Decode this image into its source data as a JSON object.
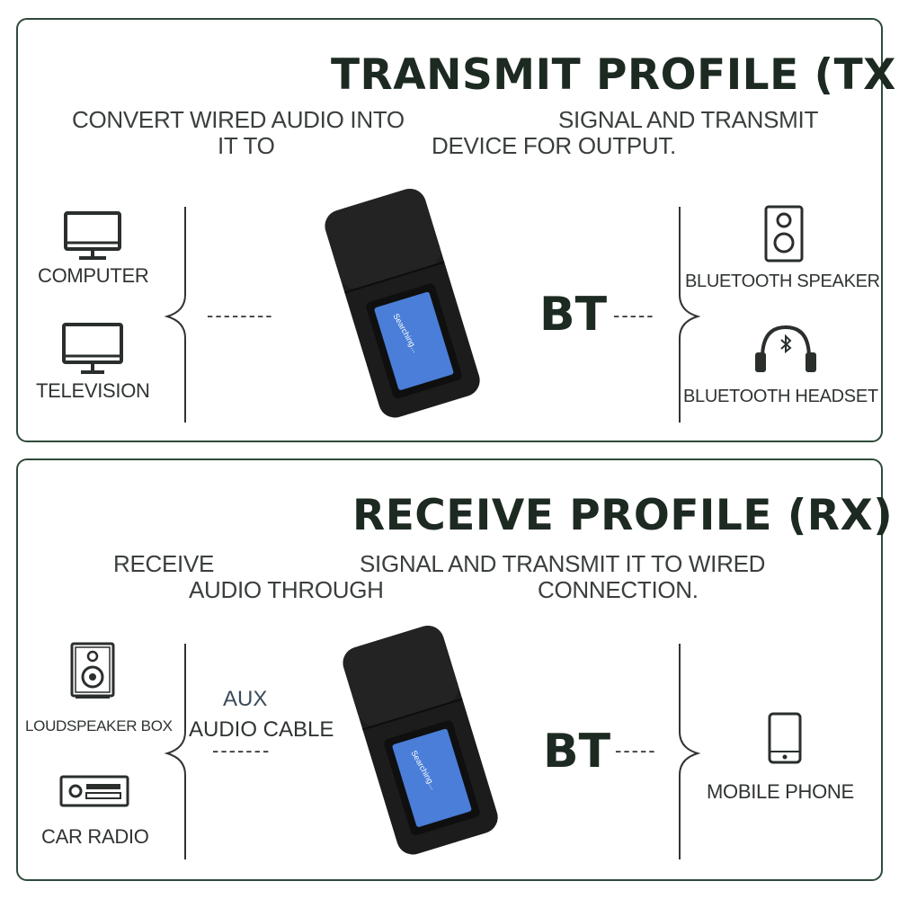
{
  "tx": {
    "title": "TRANSMIT PROFILE (TX)",
    "desc_line1_a": "CONVERT WIRED AUDIO INTO",
    "desc_line1_b": "SIGNAL AND TRANSMIT",
    "desc_line2_a": "IT TO",
    "desc_line2_b": "DEVICE FOR OUTPUT.",
    "sources": [
      {
        "label": "COMPUTER",
        "icon": "monitor-icon"
      },
      {
        "label": "TELEVISION",
        "icon": "tv-icon"
      }
    ],
    "dash_left": "--------",
    "bt": "BT",
    "dash_right": "-----",
    "targets": [
      {
        "label": "BLUETOOTH SPEAKER",
        "icon": "speaker-icon"
      },
      {
        "label": "BLUETOOTH HEADSET",
        "icon": "headset-icon"
      }
    ],
    "screen_text": "Searching..."
  },
  "rx": {
    "title": "RECEIVE PROFILE (RX)",
    "desc_line1_a": "RECEIVE",
    "desc_line1_b": "SIGNAL AND TRANSMIT IT TO WIRED",
    "desc_line2_a": "AUDIO THROUGH",
    "desc_line2_b": "CONNECTION.",
    "sources": [
      {
        "label": "LOUDSPEAKER BOX",
        "icon": "loudspeaker-box-icon"
      },
      {
        "label": "CAR RADIO",
        "icon": "car-radio-icon"
      }
    ],
    "aux_line1": "AUX",
    "aux_line2": "AUDIO CABLE",
    "dash_left": "-------",
    "bt": "BT",
    "dash_right": "-----",
    "targets": [
      {
        "label": "MOBILE PHONE",
        "icon": "mobile-phone-icon"
      }
    ],
    "screen_text": "Searching..."
  },
  "colors": {
    "border": "#2f4a3a",
    "title": "#1d2a22",
    "screen": "#4a7ed8",
    "device": "#1c1c1c"
  }
}
